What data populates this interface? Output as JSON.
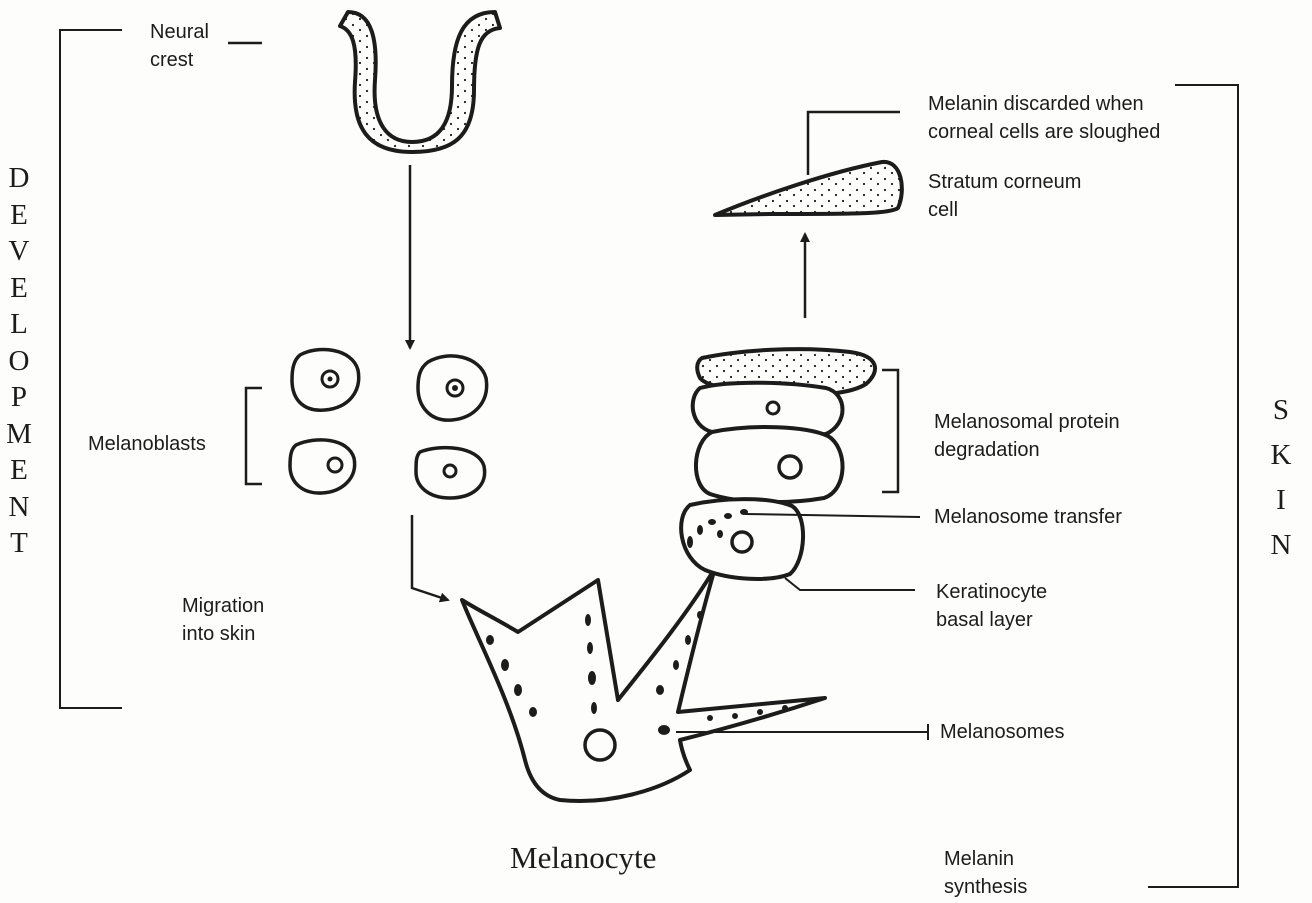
{
  "section_labels": {
    "development": [
      "D",
      "E",
      "V",
      "E",
      "L",
      "O",
      "P",
      "M",
      "E",
      "N",
      "T"
    ],
    "skin": [
      "S",
      "K",
      "I",
      "N"
    ]
  },
  "labels": {
    "neural_crest": [
      "Neural",
      "crest"
    ],
    "melanoblasts": "Melanoblasts",
    "migration": [
      "Migration",
      "into skin"
    ],
    "melanocyte": "Melanocyte",
    "melanin_discarded": [
      "Melanin discarded when",
      "corneal cells are sloughed"
    ],
    "stratum_corneum": [
      "Stratum corneum",
      "cell"
    ],
    "protein_degradation": [
      "Melanosomal protein",
      "degradation"
    ],
    "melanosome_transfer": "Melanosome transfer",
    "keratinocyte": [
      "Keratinocyte",
      "basal layer"
    ],
    "melanosomes": "Melanosomes",
    "melanin_synthesis": [
      "Melanin",
      "synthesis"
    ]
  },
  "colors": {
    "ink": "#1c1c1c",
    "paper": "#fdfdfb"
  }
}
